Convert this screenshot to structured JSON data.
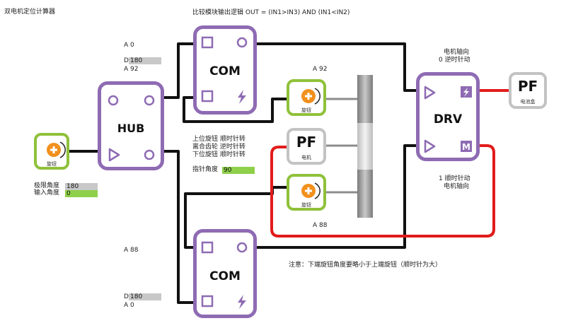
{
  "title": "双电机定位计算器",
  "header": "比较模块输出逻辑 OUT = (IN1>IN3) AND (IN1<IN2)",
  "hub": {
    "label": "HUB"
  },
  "com_top": {
    "label": "COM",
    "a_top": "A 0",
    "d_label": "D",
    "d_value": "180",
    "a_bottom": "A 92"
  },
  "com_bottom": {
    "label": "COM",
    "a_top": "A 88",
    "d_label": "D",
    "d_value": "180",
    "a_bottom": "A 0"
  },
  "knob_input": {
    "caption": "旋钮",
    "limit_label": "极限角度",
    "limit_value": "180",
    "input_label": "输入角度",
    "input_value": "0"
  },
  "knob_upper": {
    "caption": "旋钮",
    "angle": "A 92"
  },
  "knob_lower": {
    "caption": "旋钮",
    "angle": "A 88"
  },
  "motor": {
    "label": "PF",
    "caption": "电机"
  },
  "battery": {
    "label": "PF",
    "caption": "电池盒"
  },
  "drv": {
    "label": "DRV"
  },
  "legend": {
    "lines": [
      "上位旋钮  顺时针转",
      "离合齿轮  逆时针转",
      "下位旋钮  顺时针转"
    ],
    "pointer_label": "指针角度",
    "pointer_value": "90"
  },
  "motor_note_top": [
    "电机轴向",
    "0 逆时针动"
  ],
  "motor_note_bottom": [
    "1 顺时针动",
    "电机轴向"
  ],
  "note": "注意：下端旋钮角度要略小于上端旋钮（顺时针为大）",
  "colors": {
    "purple": "#8e6bb3",
    "lime": "#8fc13a",
    "silver": "#c3c3c3",
    "wire_black": "#111111",
    "wire_red": "#e21b1b",
    "knob_orange": "#f2901d"
  }
}
